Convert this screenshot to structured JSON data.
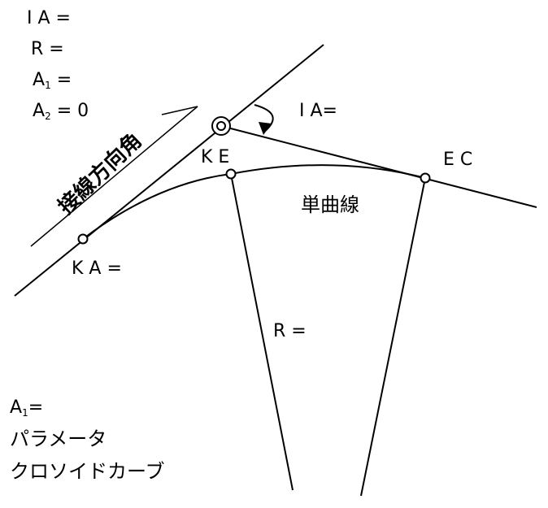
{
  "params": {
    "ia": "I A =",
    "r": "R =",
    "a1_letter": "A",
    "a1_sub": "1",
    "a1_rest": " =",
    "a2_letter": "A",
    "a2_sub": "2",
    "a2_rest": " = 0"
  },
  "labels": {
    "tangent_direction": "接線方向角",
    "ia_angle": "I A=",
    "ke": "K E",
    "ec": "E C",
    "simple_curve": "単曲線",
    "ka": "K A =",
    "radius": "R ="
  },
  "legend": {
    "a1_letter": "A",
    "a1_sub": "1",
    "a1_rest": "=",
    "parameter": "パラメータ",
    "clothoid": "クロソイドカーブ"
  }
}
